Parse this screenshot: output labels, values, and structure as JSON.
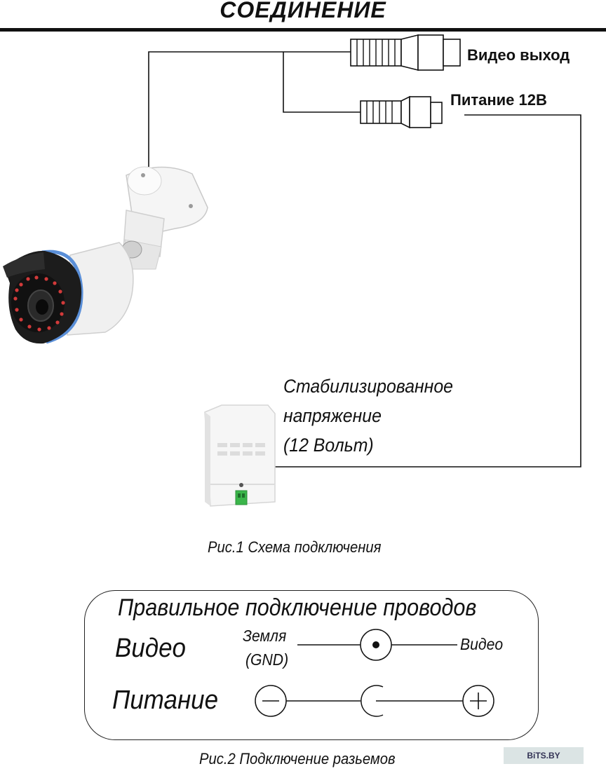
{
  "title": "СОЕДИНЕНИЕ",
  "connectors": {
    "video_out": "Видео выход",
    "power": "Питание 12В"
  },
  "power_supply": {
    "line1": "Стабилизированное",
    "line2": "напряжение",
    "line3": "(12 Вольт)"
  },
  "fig1_caption": "Рис.1 Схема подключения",
  "panel": {
    "title": "Правильное подключение проводов",
    "video_row": {
      "label": "Видео",
      "left_label_1": "Земля",
      "left_label_2": "(GND)",
      "right_label": "Видео"
    },
    "power_row": {
      "label": "Питание",
      "minus": "−",
      "plus": "+"
    }
  },
  "fig2_caption": "Рис.2 Подключение разьемов",
  "watermark": "BiTS.BY",
  "colors": {
    "line": "#111111",
    "camera_body": "#f2f2f2",
    "camera_front": "#1a1a1a",
    "camera_ring": "#5a8fd8",
    "ir_led": "#d23a3a",
    "terminal": "#3ab54a"
  }
}
